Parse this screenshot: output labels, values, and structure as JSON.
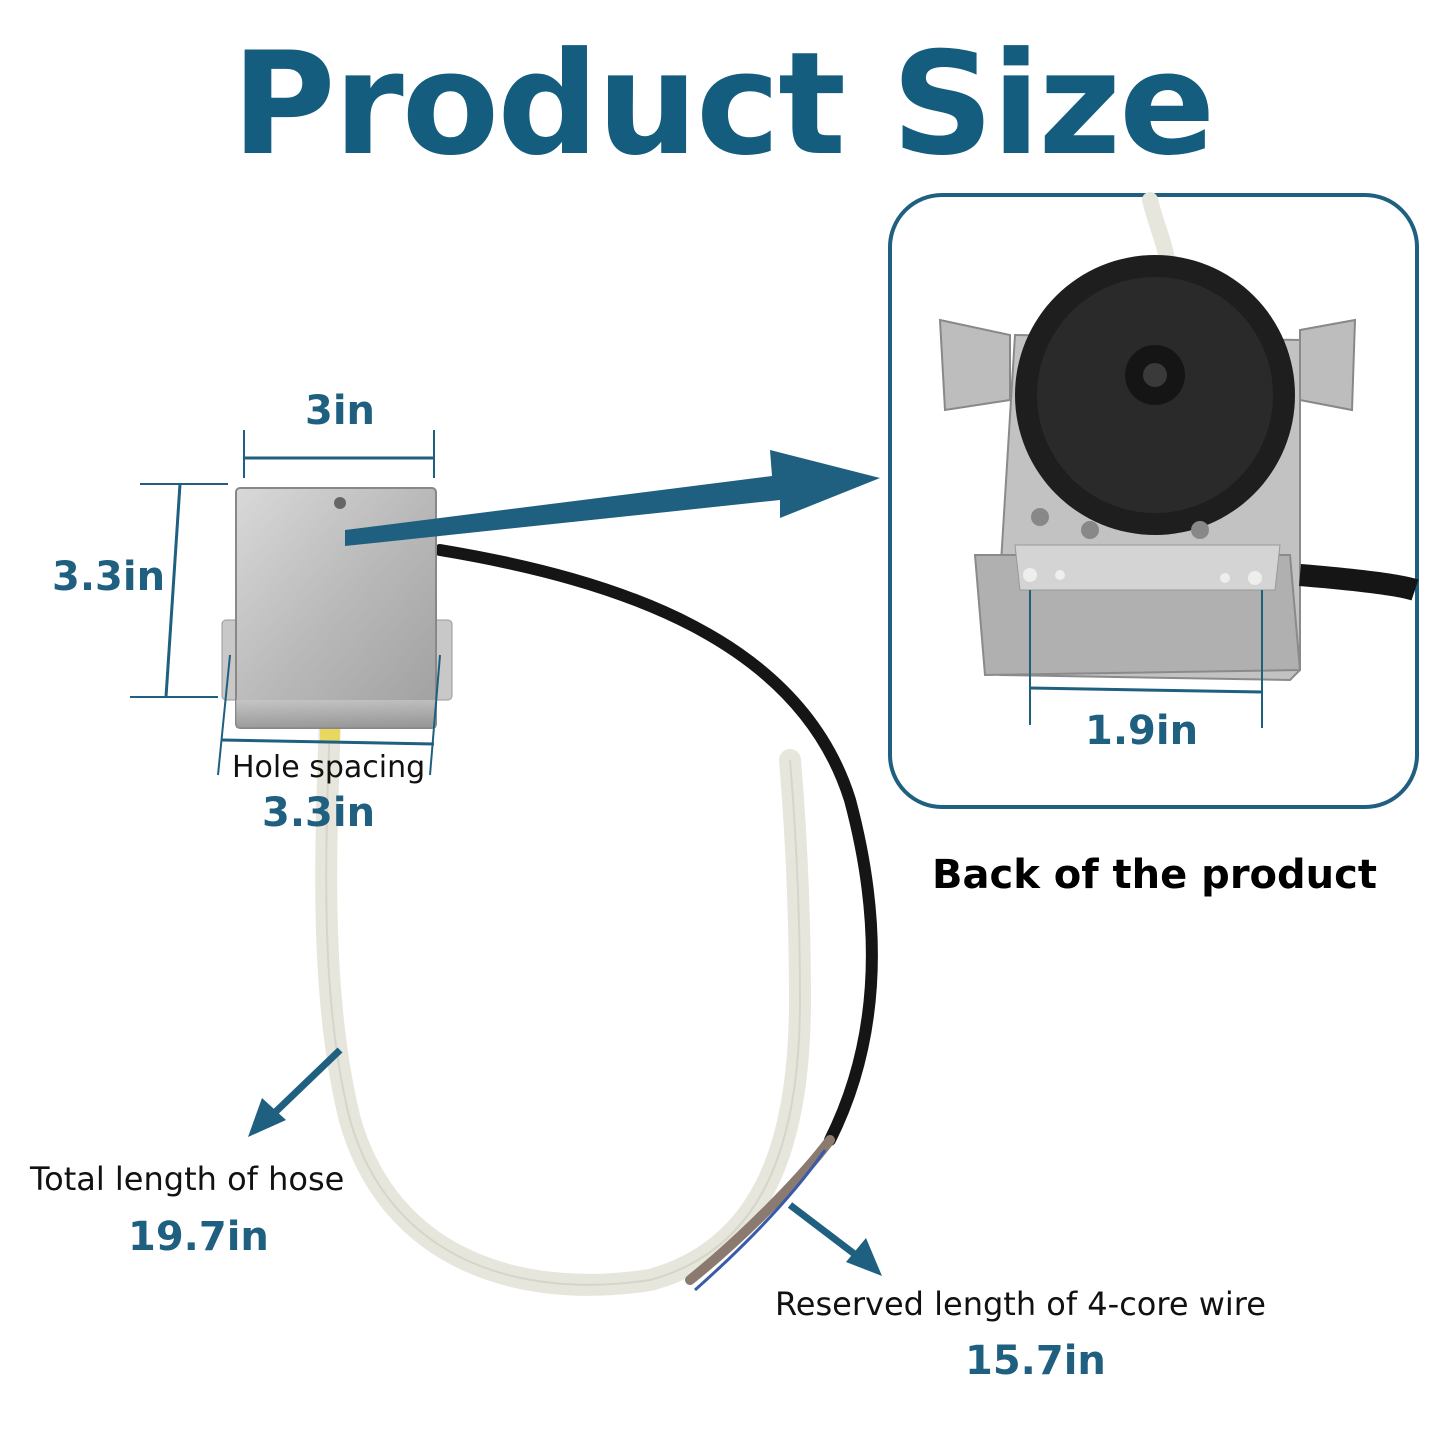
{
  "title": "Product Size",
  "dimensions": {
    "width": "3in",
    "height": "3.3in",
    "hole_spacing_label": "Hole spacing",
    "hole_spacing": "3.3in",
    "back_width": "1.9in",
    "hose_label": "Total length of hose",
    "hose_length": "19.7in",
    "wire_label": "Reserved length of 4-core wire",
    "wire_length": "15.7in"
  },
  "inset": {
    "caption": "Back of the product"
  },
  "colors": {
    "accent": "#145d7e",
    "inset_border": "#1f5f80"
  }
}
